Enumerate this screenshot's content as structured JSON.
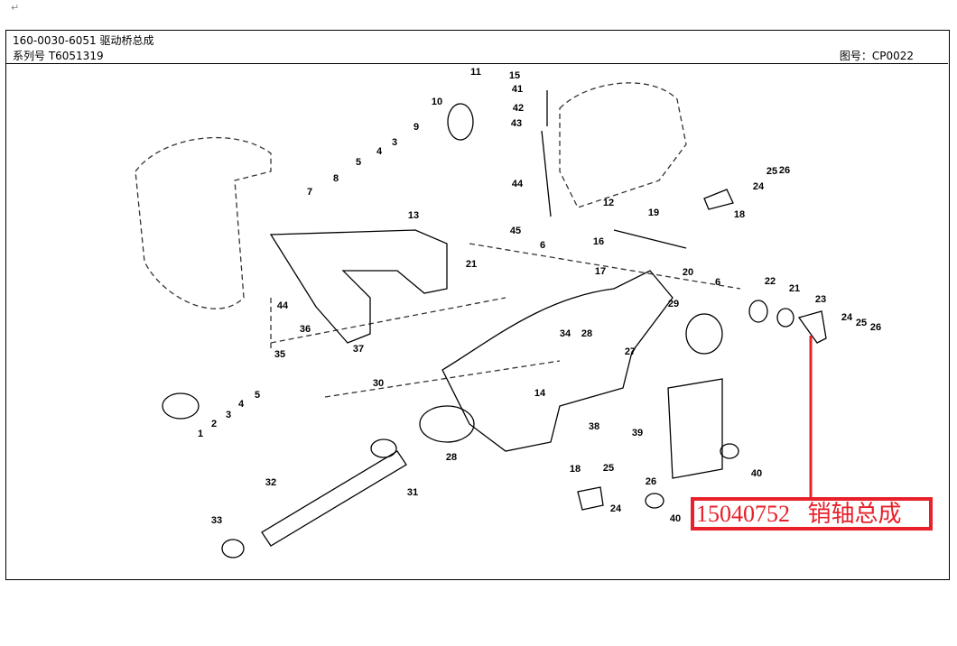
{
  "header": {
    "title": "160-0030-6051 驱动桥总成",
    "series": "系列号 T6051319",
    "drawing_no": "图号：CP0022"
  },
  "paragraph_mark": "↵",
  "diagram": {
    "part_labels": [
      "11",
      "15",
      "41",
      "42",
      "43",
      "10",
      "9",
      "3",
      "4",
      "5",
      "8",
      "7",
      "13",
      "44",
      "12",
      "19",
      "45",
      "6",
      "16",
      "17",
      "21",
      "20",
      "6",
      "29",
      "22",
      "21",
      "23",
      "24",
      "25",
      "26",
      "44",
      "36",
      "37",
      "35",
      "34",
      "28",
      "27",
      "14",
      "30",
      "38",
      "39",
      "5",
      "4",
      "3",
      "2",
      "1",
      "28",
      "31",
      "32",
      "33",
      "18",
      "25",
      "26",
      "24",
      "40",
      "40",
      "18",
      "24",
      "25",
      "26"
    ]
  },
  "callout": {
    "text": "15040752   销轴总成",
    "color": "#e8202a"
  }
}
